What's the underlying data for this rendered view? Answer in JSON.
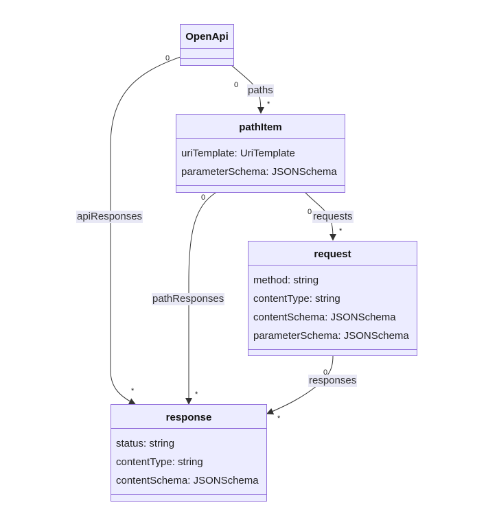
{
  "classes": {
    "openapi": {
      "name": "OpenApi",
      "attributes": []
    },
    "pathitem": {
      "name": "pathItem",
      "attributes": [
        "uriTemplate: UriTemplate",
        "parameterSchema: JSONSchema"
      ]
    },
    "request": {
      "name": "request",
      "attributes": [
        "method: string",
        "contentType: string",
        "contentSchema: JSONSchema",
        "parameterSchema: JSONSchema"
      ]
    },
    "response": {
      "name": "response",
      "attributes": [
        "status: string",
        "contentType: string",
        "contentSchema: JSONSchema"
      ]
    }
  },
  "relations": {
    "paths": {
      "label": "paths",
      "from_mult": "0",
      "to_mult": "*"
    },
    "api_responses": {
      "label": "apiResponses",
      "from_mult": "0",
      "to_mult": "*"
    },
    "path_responses": {
      "label": "pathResponses",
      "from_mult": "0",
      "to_mult": "*"
    },
    "requests": {
      "label": "requests",
      "from_mult": "0",
      "to_mult": "*"
    },
    "responses": {
      "label": "responses",
      "from_mult": "0",
      "to_mult": "*"
    }
  }
}
